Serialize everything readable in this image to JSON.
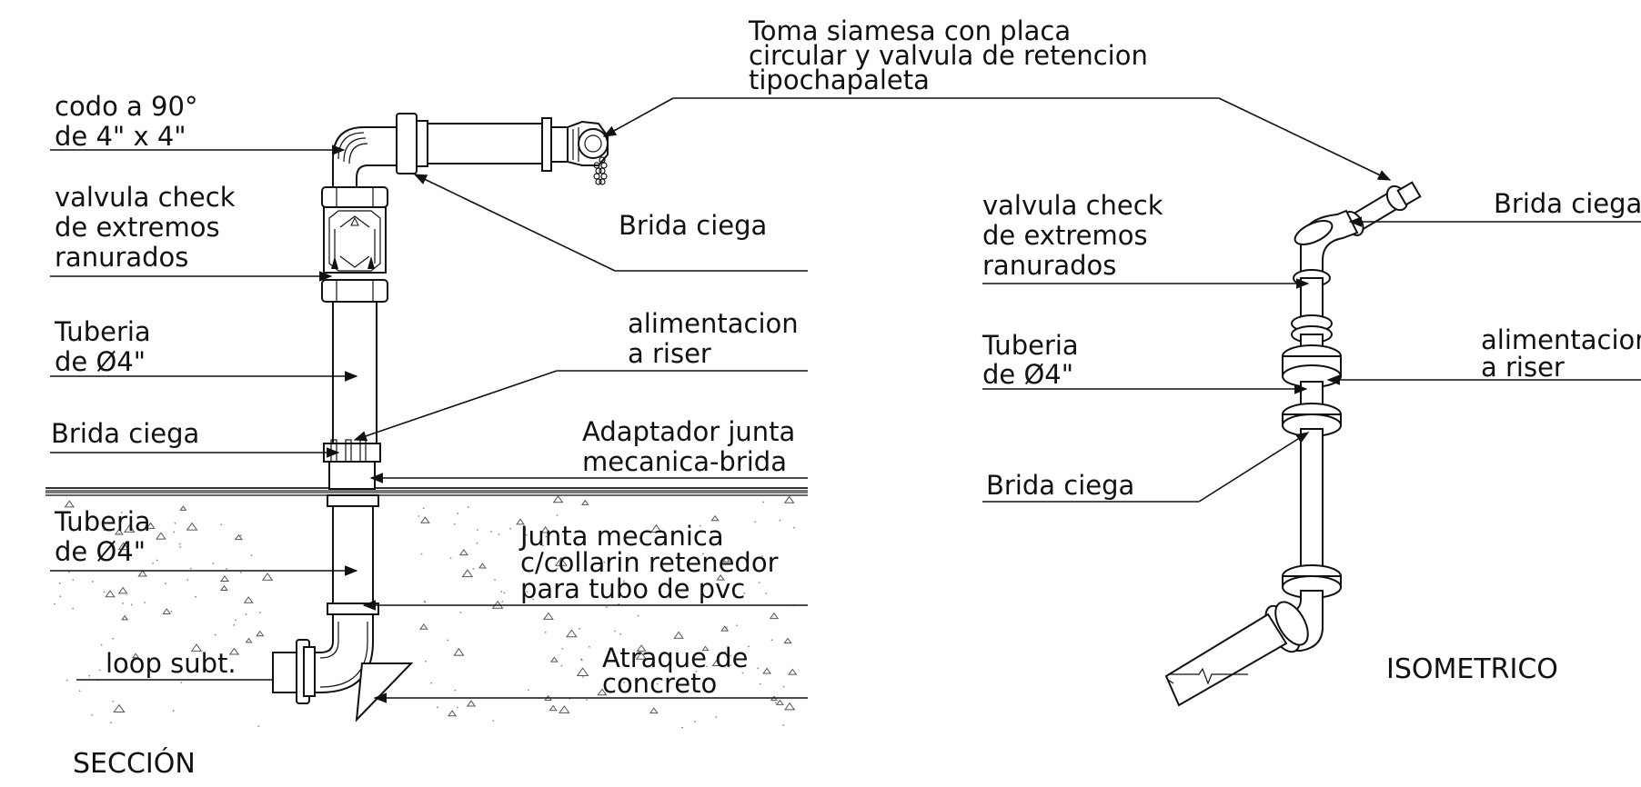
{
  "section": {
    "title": "SECCIÓN",
    "labels": {
      "codo_1": "codo a 90°",
      "codo_2": "de 4\" x 4\"",
      "check_1": "valvula check",
      "check_2": "de extremos",
      "check_3": "ranurados",
      "tuberia_1": "Tuberia",
      "tuberia_2": "de Ø4\"",
      "brida_left": "Brida ciega",
      "tuberia_b1": "Tuberia",
      "tuberia_b2": "de Ø4\"",
      "loop": "loop subt.",
      "toma_1": "Toma siamesa con placa",
      "toma_2": "circular  y valvula de retencion",
      "toma_3": "tipochapaleta",
      "brida_right": "Brida ciega",
      "alim_1": "alimentacion",
      "alim_2": "a riser",
      "adapt_1": "Adaptador junta",
      "adapt_2": "mecanica-brida",
      "junta_1": "Junta mecanica",
      "junta_2": "c/collarin retenedor",
      "junta_3": "para tubo de pvc",
      "atraque_1": "Atraque de",
      "atraque_2": "concreto"
    }
  },
  "isometric": {
    "title": "ISOMETRICO",
    "labels": {
      "check_1": "valvula check",
      "check_2": "de extremos",
      "check_3": "ranurados",
      "tuberia_1": "Tuberia",
      "tuberia_2": "de Ø4\"",
      "brida_low": "Brida ciega",
      "brida_top": "Brida ciega",
      "alim_1": "alimentacion",
      "alim_2": "a riser"
    }
  }
}
